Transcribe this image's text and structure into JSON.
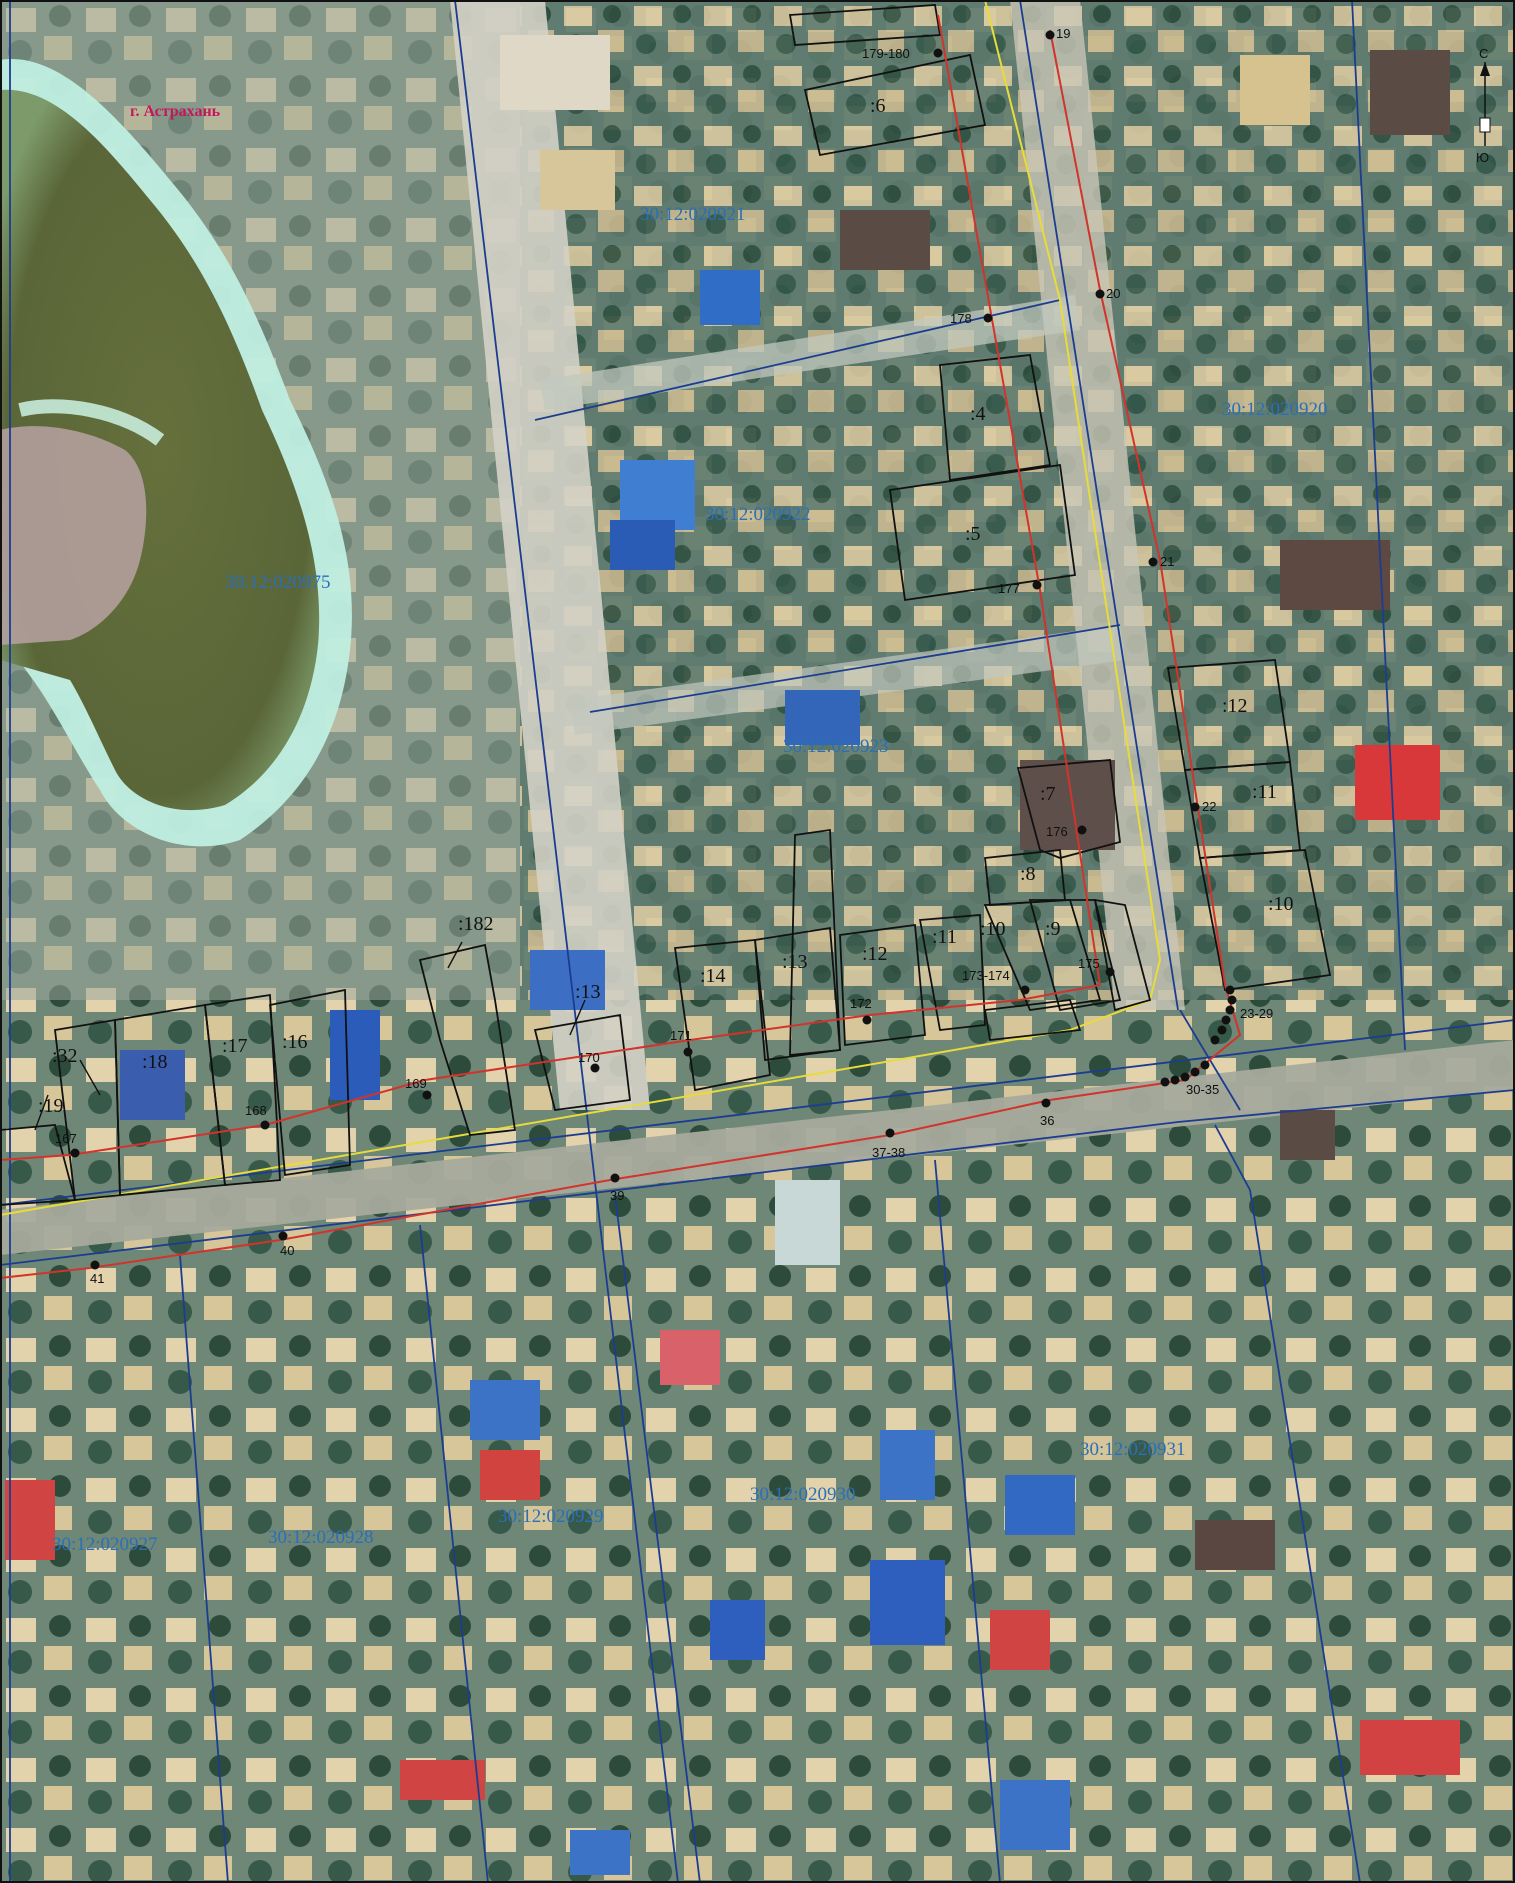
{
  "city_label": "г. Астрахань",
  "compass": {
    "north": "С",
    "south": "Ю"
  },
  "quarters": [
    {
      "id": "q-020921",
      "label": "30:12:020921"
    },
    {
      "id": "q-020920",
      "label": "30:12:020920"
    },
    {
      "id": "q-020922",
      "label": "30:12:020922"
    },
    {
      "id": "q-020975",
      "label": "30:12:020975"
    },
    {
      "id": "q-020923",
      "label": "30:12:020923"
    },
    {
      "id": "q-020927",
      "label": "30:12:020927"
    },
    {
      "id": "q-020928",
      "label": "30:12:020928"
    },
    {
      "id": "q-020929",
      "label": "30:12:020929"
    },
    {
      "id": "q-020930",
      "label": "30:12:020930"
    },
    {
      "id": "q-020931",
      "label": "30:12:020931"
    }
  ],
  "parcels": [
    {
      "id": "p-6",
      "label": ":6"
    },
    {
      "id": "p-4",
      "label": ":4"
    },
    {
      "id": "p-5",
      "label": ":5"
    },
    {
      "id": "p-7",
      "label": ":7"
    },
    {
      "id": "p-8",
      "label": ":8"
    },
    {
      "id": "p-9",
      "label": ":9"
    },
    {
      "id": "p-10a",
      "label": ":10"
    },
    {
      "id": "p-11a",
      "label": ":11"
    },
    {
      "id": "p-12a",
      "label": ":12"
    },
    {
      "id": "p-13a",
      "label": ":13"
    },
    {
      "id": "p-14",
      "label": ":14"
    },
    {
      "id": "p-12b",
      "label": ":12"
    },
    {
      "id": "p-11b",
      "label": ":11"
    },
    {
      "id": "p-10b",
      "label": ":10"
    },
    {
      "id": "p-182",
      "label": ":182"
    },
    {
      "id": "p-13b",
      "label": ":13"
    },
    {
      "id": "p-16",
      "label": ":16"
    },
    {
      "id": "p-17",
      "label": ":17"
    },
    {
      "id": "p-18",
      "label": ":18"
    },
    {
      "id": "p-32",
      "label": ":32"
    },
    {
      "id": "p-19",
      "label": ":19"
    }
  ],
  "points": [
    {
      "id": "pt-179-180",
      "label": "179-180"
    },
    {
      "id": "pt-19",
      "label": "19"
    },
    {
      "id": "pt-178",
      "label": "178"
    },
    {
      "id": "pt-20",
      "label": "20"
    },
    {
      "id": "pt-177",
      "label": "177"
    },
    {
      "id": "pt-21",
      "label": "21"
    },
    {
      "id": "pt-176",
      "label": "176"
    },
    {
      "id": "pt-22",
      "label": "22"
    },
    {
      "id": "pt-175",
      "label": "175"
    },
    {
      "id": "pt-173-174",
      "label": "173-174"
    },
    {
      "id": "pt-172",
      "label": "172"
    },
    {
      "id": "pt-171",
      "label": "171"
    },
    {
      "id": "pt-170",
      "label": "170"
    },
    {
      "id": "pt-169",
      "label": "169"
    },
    {
      "id": "pt-168",
      "label": "168"
    },
    {
      "id": "pt-167",
      "label": "167"
    },
    {
      "id": "pt-23-29",
      "label": "23-29"
    },
    {
      "id": "pt-30-35",
      "label": "30-35"
    },
    {
      "id": "pt-36",
      "label": "36"
    },
    {
      "id": "pt-37-38",
      "label": "37-38"
    },
    {
      "id": "pt-39",
      "label": "39"
    },
    {
      "id": "pt-40",
      "label": "40"
    },
    {
      "id": "pt-41",
      "label": "41"
    }
  ],
  "colors": {
    "quarter_border": "#1c3d8f",
    "parcel_border": "#111111",
    "route_line": "#d2332b",
    "road_edge": "#e8dc3a",
    "water": "#5f6a3a",
    "shore": "#bfeee0"
  }
}
